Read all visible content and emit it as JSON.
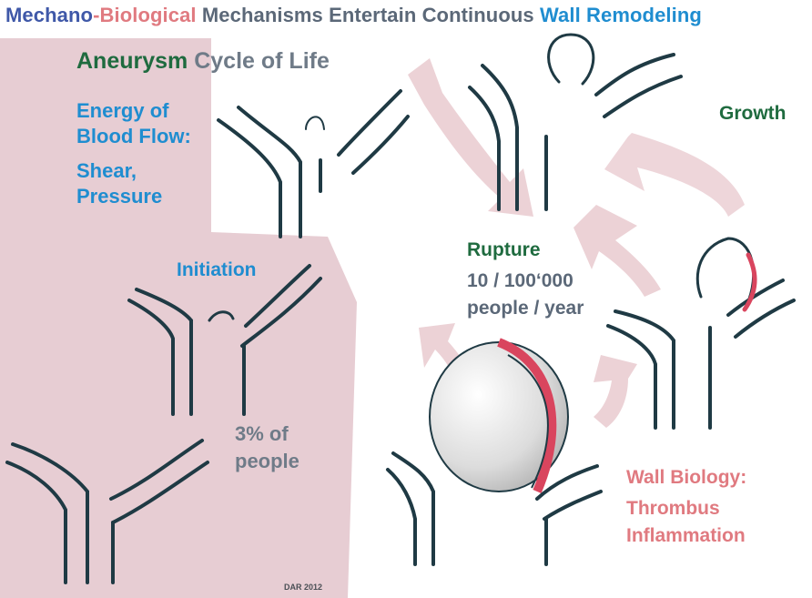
{
  "title": {
    "part1": "Mechano",
    "sep": "-",
    "part2": "Biological",
    "part3": "Mechanisms Entertain Continuous",
    "part4": "Wall Remodeling"
  },
  "cycle": {
    "heading_a": "Aneurysm",
    "heading_b": "Cycle of Life"
  },
  "energy": {
    "line1": "Energy of",
    "line2": "Blood Flow:",
    "line3": "Shear,",
    "line4": "Pressure"
  },
  "stages": {
    "initiation": "Initiation",
    "growth": "Growth",
    "rupture": "Rupture",
    "rupture_rate_1": "10 / 100‘000",
    "rupture_rate_2": "people / year",
    "prevalence_1": "3% of",
    "prevalence_2": "people"
  },
  "wall_biology": {
    "heading": "Wall Biology:",
    "line1": "Thrombus",
    "line2": "Inflammation"
  },
  "credit": "DAR 2012",
  "colors": {
    "background_band": "#e7cdd3",
    "arrow_fill": "#ecd2d6",
    "vessel_stroke": "#1f3a44",
    "vessel_fill": "#f1f1f1",
    "thrombus_red": "#d9455e",
    "title_blue": "#1f8dd0",
    "title_pink": "#e07a80",
    "title_slate": "#5b6878",
    "title_navy": "#3f58a8",
    "green": "#1f6b3f"
  }
}
